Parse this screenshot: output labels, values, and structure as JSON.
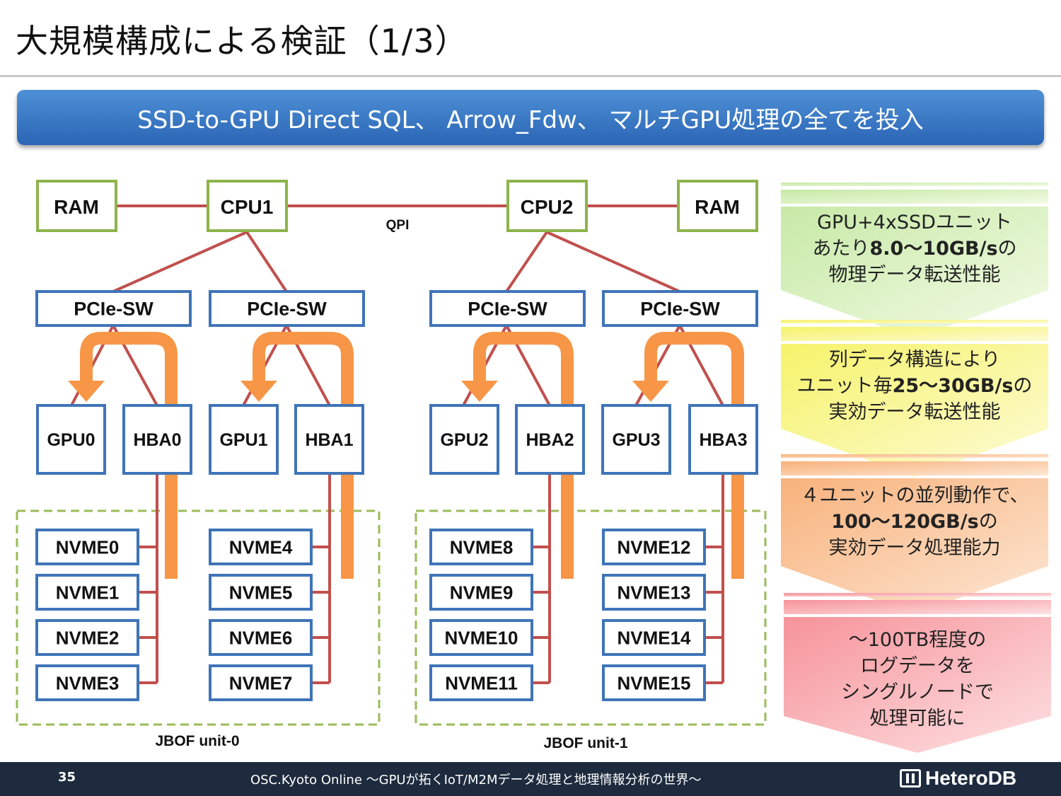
{
  "title": "大規模構成による検証（1/3）",
  "banner": "SSD-to-GPU Direct SQL、 Arrow_Fdw、 マルチGPU処理の全てを投入",
  "diagram": {
    "ram_left": "RAM",
    "cpu1": "CPU1",
    "cpu2": "CPU2",
    "ram_right": "RAM",
    "qpi": "QPI",
    "pcie_sw": [
      "PCIe-SW",
      "PCIe-SW",
      "PCIe-SW",
      "PCIe-SW"
    ],
    "gpus": [
      "GPU0",
      "GPU1",
      "GPU2",
      "GPU3"
    ],
    "hbas": [
      "HBA0",
      "HBA1",
      "HBA2",
      "HBA3"
    ],
    "nvme": [
      "NVME0",
      "NVME1",
      "NVME2",
      "NVME3",
      "NVME4",
      "NVME5",
      "NVME6",
      "NVME7",
      "NVME8",
      "NVME9",
      "NVME10",
      "NVME11",
      "NVME12",
      "NVME13",
      "NVME14",
      "NVME15"
    ],
    "jbof": [
      "JBOF unit-0",
      "JBOF unit-1"
    ],
    "colors": {
      "box_blue": "#3f74b8",
      "box_green": "#8db34a",
      "link_red": "#c0504d",
      "flow_orange": "#f79646"
    }
  },
  "steps": [
    {
      "line1": "GPU+4xSSDユニット",
      "line2_pre": "あたり",
      "line2_bold": "8.0～10GB/s",
      "line2_post": "の",
      "line3": "物理データ転送性能"
    },
    {
      "line1": "列データ構造により",
      "line2_pre": "ユニット毎",
      "line2_bold": "25～30GB/s",
      "line2_post": "の",
      "line3": "実効データ転送性能"
    },
    {
      "line1": "４ユニットの並列動作で、",
      "line2_pre": "",
      "line2_bold": "100～120GB/s",
      "line2_post": "の",
      "line3": "実効データ処理能力"
    },
    {
      "line1": "～100TB程度の",
      "line2": "ログデータを",
      "line3": "シングルノードで",
      "line4": "処理可能に"
    }
  ],
  "footer": {
    "page": "35",
    "text": "OSC.Kyoto Online ～GPUが拓くIoT/M2Mデータ処理と地理情報分析の世界～",
    "logo": "HeteroDB"
  }
}
